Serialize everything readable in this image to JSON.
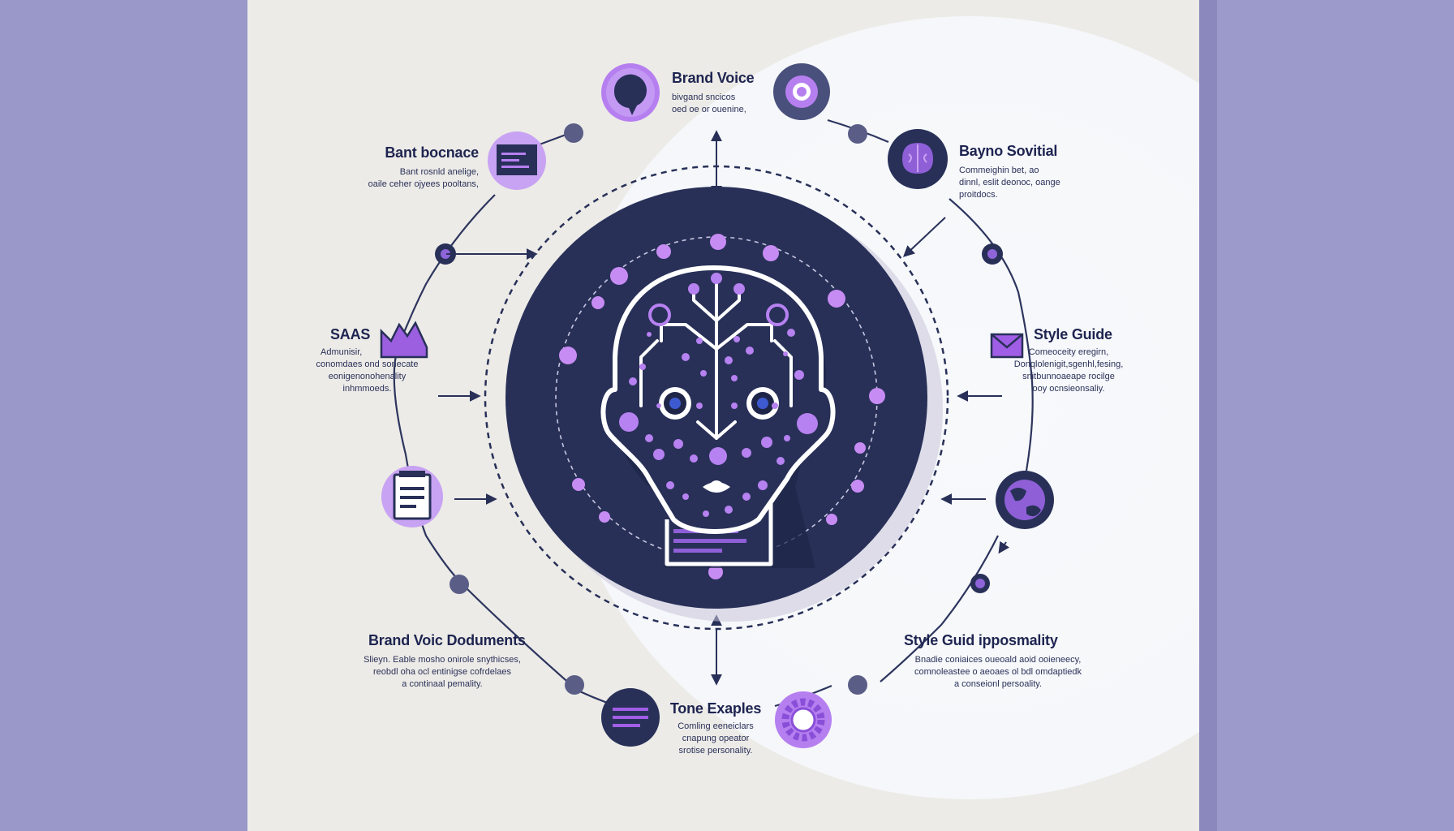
{
  "diagram": {
    "nodes": [
      {
        "id": "brand-voice",
        "title": "Brand Voice",
        "desc": [
          "bivgand sncicos",
          "oed oe or ouenine,"
        ]
      },
      {
        "id": "bant",
        "title": "Bant bocnace",
        "desc": [
          "Bant rosnld anelige,",
          "oaile ceher ojyees pooltans,"
        ]
      },
      {
        "id": "bayno",
        "title": "Bayno Sovitial",
        "desc": [
          "Commeighin bet, ao",
          "dinnl, eslit deonoc, oange",
          "proitdocs."
        ]
      },
      {
        "id": "saas",
        "title": "SAAS",
        "desc": [
          "Admunisir,",
          "conomdaes ond sonecate",
          "eonigenonohenality",
          "inhmmoeds."
        ]
      },
      {
        "id": "style-guide",
        "title": "Style Guide",
        "desc": [
          "Comeoceity eregirn,",
          "Donqlolenigit,sgenhl,fesing,",
          "snitbunnoaeape rocilge",
          "ooy ocnsieonsaliy."
        ]
      },
      {
        "id": "brand-voic-documents",
        "title": "Brand Voic Doduments",
        "desc": [
          "Slieyn. Eable mosho onirole snythicses,",
          "reobdl oha ocl entinigse cofrdelaes",
          "a continaal pemality."
        ]
      },
      {
        "id": "style-guid-ipp",
        "title": "Style Guid ipposmality",
        "desc": [
          "Bnadie coniaices oueoald aoid ooieneecy,",
          "comnoleastee o aeoaes ol bdl omdaptiedk",
          "a conseionl persoality."
        ]
      },
      {
        "id": "tone-examples",
        "title": "Tone Exaples",
        "desc": [
          "Comling eeneiclars",
          "cnapung opeator",
          "srotise personality."
        ]
      }
    ]
  },
  "colors": {
    "navy": "#283058",
    "purple": "#a05ee6",
    "light_purple": "#c9a3f3",
    "background": "#ecebe7",
    "frame": "#9a98c8"
  },
  "icons": [
    "chat-bubble-icon",
    "target-icon",
    "browser-window-icon",
    "brain-icon",
    "factory-icon",
    "envelope-icon",
    "document-icon",
    "globe-icon",
    "list-icon",
    "gear-icon",
    "ai-head-icon"
  ]
}
